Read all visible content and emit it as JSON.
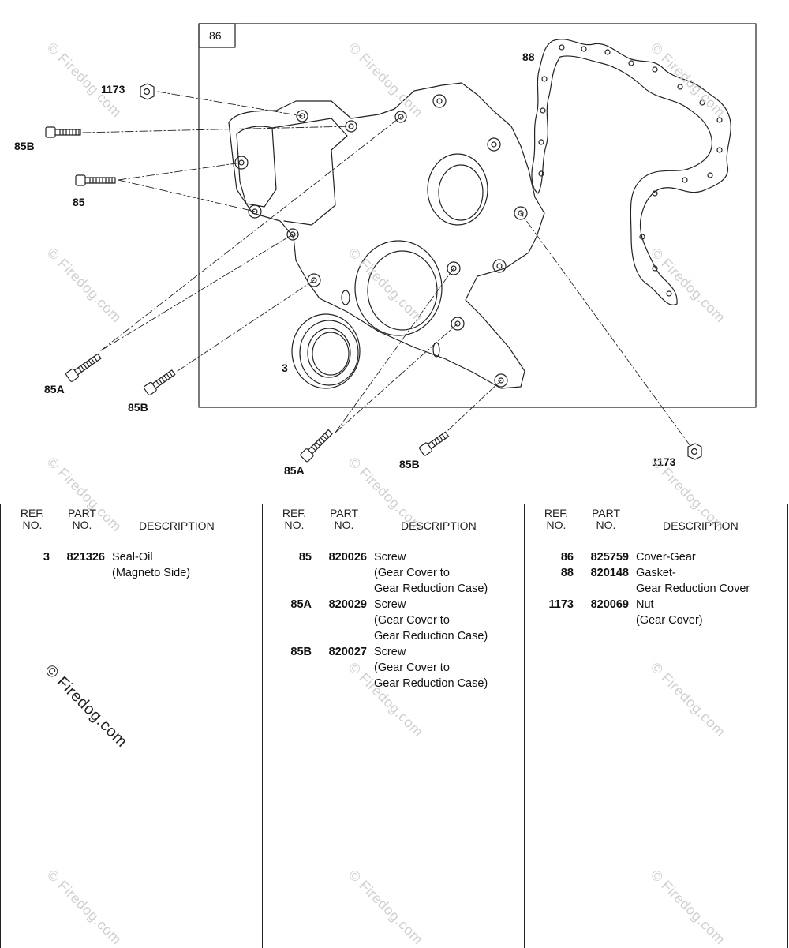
{
  "diagram": {
    "box_label": "86",
    "callouts": {
      "gasket": "88",
      "nut_top": "1173",
      "screw_85b_top": "85B",
      "screw_85": "85",
      "screw_85a_left": "85A",
      "screw_85b_left": "85B",
      "seal": "3",
      "screw_85a_bottom": "85A",
      "screw_85b_bottom": "85B",
      "nut_bottom": "1173"
    }
  },
  "watermark": {
    "text": "© Firedog.com"
  },
  "table": {
    "headers": {
      "ref_line1": "REF.",
      "ref_line2": "NO.",
      "part_line1": "PART",
      "part_line2": "NO.",
      "description": "DESCRIPTION"
    },
    "columns": [
      [
        {
          "ref": "3",
          "part": "821326",
          "desc": [
            "Seal-Oil",
            "(Magneto Side)"
          ]
        }
      ],
      [
        {
          "ref": "85",
          "part": "820026",
          "desc": [
            "Screw",
            "(Gear Cover to",
            "Gear Reduction Case)"
          ]
        },
        {
          "ref": "85A",
          "part": "820029",
          "desc": [
            "Screw",
            "(Gear Cover to",
            "Gear Reduction Case)"
          ]
        },
        {
          "ref": "85B",
          "part": "820027",
          "desc": [
            "Screw",
            "(Gear Cover to",
            "Gear Reduction Case)"
          ]
        }
      ],
      [
        {
          "ref": "86",
          "part": "825759",
          "desc": [
            "Cover-Gear"
          ]
        },
        {
          "ref": "88",
          "part": "820148",
          "desc": [
            "Gasket-",
            "Gear Reduction Cover"
          ]
        },
        {
          "ref": "1173",
          "part": "820069",
          "desc": [
            "Nut",
            "(Gear Cover)"
          ]
        }
      ]
    ]
  }
}
